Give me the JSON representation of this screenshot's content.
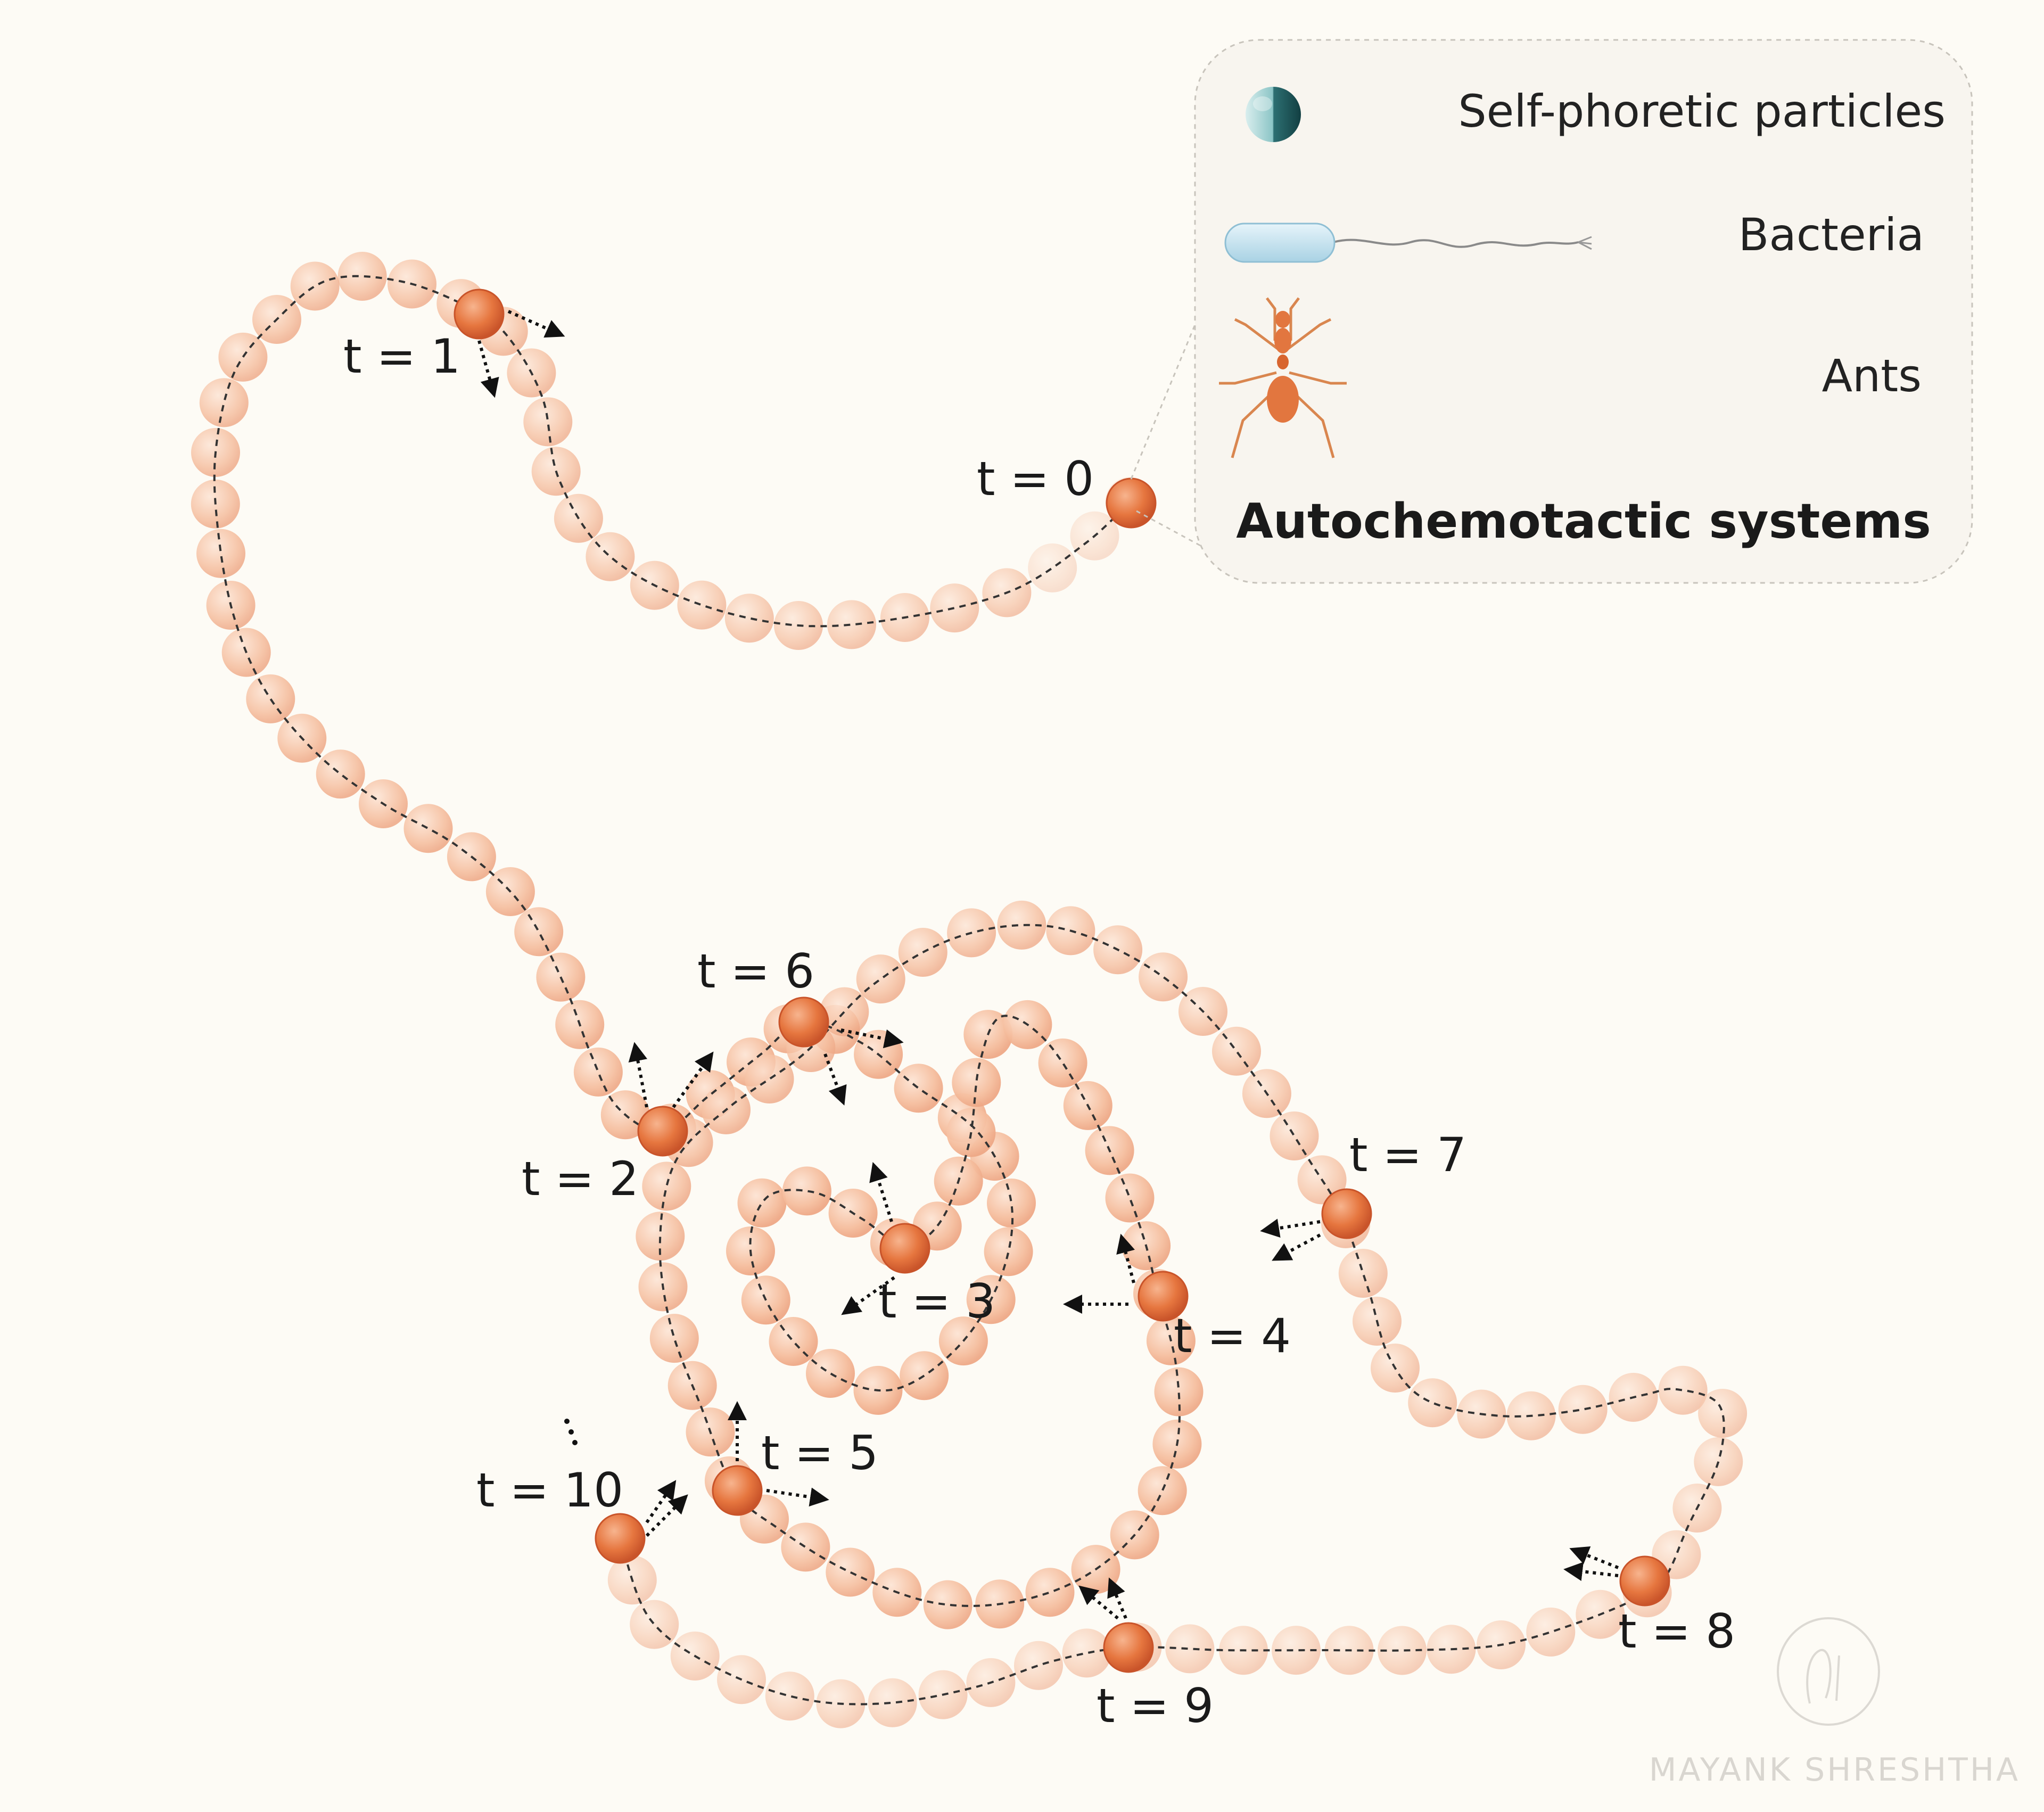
{
  "legend": {
    "items": [
      {
        "label": "Self-phoretic particles",
        "icon": "janus-particle-icon"
      },
      {
        "label": "Bacteria",
        "icon": "bacterium-icon"
      },
      {
        "label": "Ants",
        "icon": "ant-icon"
      }
    ],
    "title": "Autochemotactic systems"
  },
  "time_labels": {
    "t0": "t = 0",
    "t1": "t = 1",
    "t2": "t = 2",
    "t3": "t = 3",
    "t4": "t = 4",
    "t5": "t = 5",
    "t6": "t = 6",
    "t7": "t = 7",
    "t8": "t = 8",
    "t9": "t = 9",
    "t10": "t = 10"
  },
  "watermark": "MAYANK SHRESHTHA",
  "colors": {
    "background": "#fdfbf5",
    "trail_bead": "#f2b898",
    "active_particle": "#e0673a",
    "path_line": "#333333",
    "janus_dark": "#1f5a5e",
    "bacteria_body": "#bfe0ee",
    "ant": "#e2763f"
  }
}
